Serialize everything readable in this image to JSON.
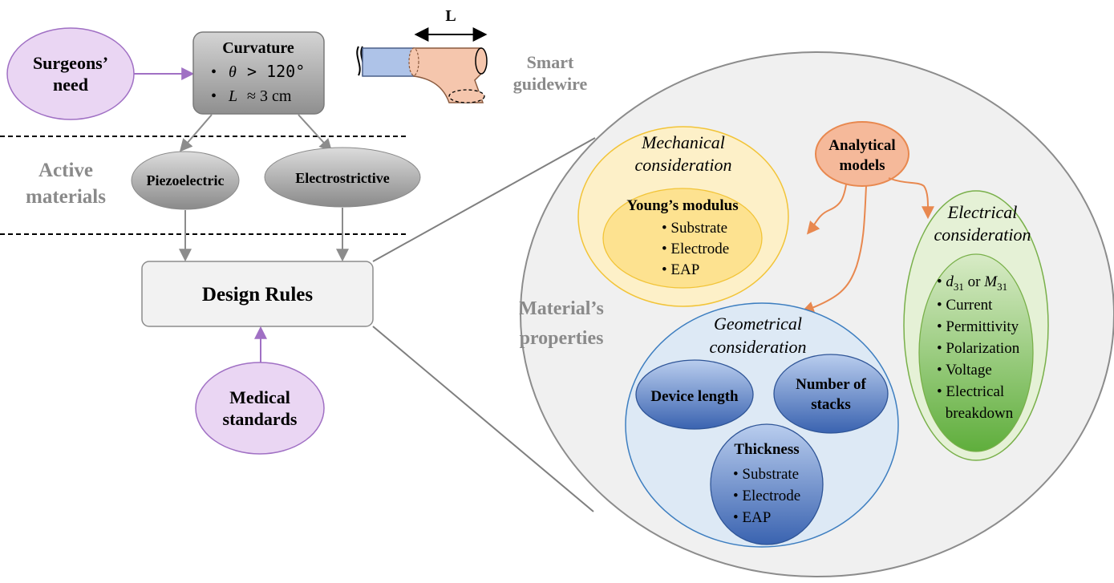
{
  "surgeons_need": {
    "line1": "Surgeons’",
    "line2": "need"
  },
  "curvature": {
    "title": "Curvature",
    "item1": {
      "bullet": "•",
      "sym": "θ",
      "rel": "> 120°"
    },
    "item2": {
      "bullet": "•",
      "sym": "L",
      "rel": "≈ 3 cm"
    }
  },
  "guidewire": {
    "dimension": "L",
    "line1": "Smart",
    "line2": "guidewire"
  },
  "active_materials": {
    "line1": "Active",
    "line2": "materials"
  },
  "piezoelectric": "Piezoelectric",
  "electrostrictive": "Electrostrictive",
  "design_rules": "Design Rules",
  "medical_standards": {
    "line1": "Medical",
    "line2": "standards"
  },
  "materials_properties": {
    "line1": "Material’s",
    "line2": "properties"
  },
  "mechanical": {
    "line1": "Mechanical",
    "line2": "consideration",
    "youngs_modulus": "Young’s modulus",
    "items": [
      "• Substrate",
      "• Electrode",
      "• EAP"
    ]
  },
  "analytical": {
    "line1": "Analytical",
    "line2": "models"
  },
  "electrical": {
    "line1": "Electrical",
    "line2": "consideration",
    "d_sym": "d",
    "d_sub": "31",
    "or_text": " or ",
    "m_sym": "M",
    "m_sub": "31",
    "items": [
      "• Current",
      "• Permittivity",
      "• Polarization",
      "• Voltage",
      "• Electrical",
      "breakdown"
    ]
  },
  "geometrical": {
    "line1": "Geometrical",
    "line2": "consideration",
    "device_length": "Device length",
    "stacks": {
      "line1": "Number of",
      "line2": "stacks"
    },
    "thickness": "Thickness",
    "items": [
      "• Substrate",
      "• Electrode",
      "• EAP"
    ]
  },
  "colors": {
    "purple_fill": "#ead6f3",
    "purple_stroke": "#a070c4",
    "orange_fill": "#f5b99a",
    "orange_stroke": "#e8884f",
    "yellow_outer": "#fdf0c8",
    "yellow_inner": "#fde290",
    "yellow_stroke": "#f2c438",
    "green_outer": "#e5f1d6",
    "green_stroke": "#79b04a",
    "blue_outer": "#dde9f5",
    "blue_stroke": "#3d7ec0",
    "big_gray": "#f0f0f0"
  }
}
